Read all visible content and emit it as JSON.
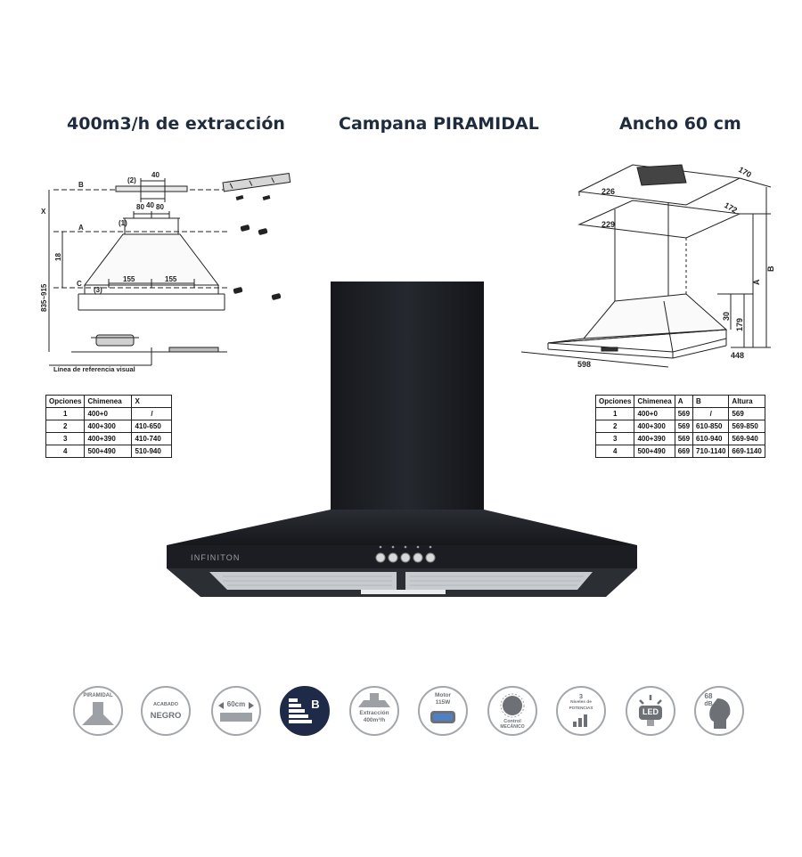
{
  "headings": {
    "left": "400m3/h de extracción",
    "center": "Campana PIRAMIDAL",
    "right": "Ancho 60 cm"
  },
  "left_diagram": {
    "label_b": "B",
    "label_x": "X",
    "label_a": "A",
    "label_c": "C",
    "dim_40_top": "40",
    "dim_40_bottom": "40",
    "ref_2": "(2)",
    "ref_1": "(1)",
    "ref_3": "(3)",
    "dim_80_left": "80",
    "dim_80_right": "80",
    "dim_155_left": "155",
    "dim_155_right": "155",
    "dim_18": "18",
    "dim_range": "835~915",
    "reference_line": "Línea de referencia visual"
  },
  "left_table": {
    "headers": [
      "Opciones",
      "Chimenea",
      "X"
    ],
    "rows": [
      [
        "1",
        "400+0",
        "/"
      ],
      [
        "2",
        "400+300",
        "410-650"
      ],
      [
        "3",
        "400+390",
        "410-740"
      ],
      [
        "4",
        "500+490",
        "510-940"
      ]
    ]
  },
  "right_diagram": {
    "dim_170": "170",
    "dim_226": "226",
    "dim_172": "172",
    "dim_229": "229",
    "label_b": "B",
    "label_a": "A",
    "dim_30": "30",
    "dim_179": "179",
    "dim_598": "598",
    "dim_448": "448"
  },
  "right_table": {
    "headers": [
      "Opciones",
      "Chimenea",
      "A",
      "B",
      "Altura"
    ],
    "rows": [
      [
        "1",
        "400+0",
        "569",
        "/",
        "569"
      ],
      [
        "2",
        "400+300",
        "569",
        "610-850",
        "569-850"
      ],
      [
        "3",
        "400+390",
        "569",
        "610-940",
        "569-940"
      ],
      [
        "4",
        "500+490",
        "669",
        "710-1140",
        "669-1140"
      ]
    ]
  },
  "product": {
    "brand": "INFINITON",
    "colors": {
      "body": "#1b1d22",
      "steel": "#c9cccf"
    }
  },
  "features": [
    {
      "icon": "pyramid-hood-icon",
      "text": "PIRAMIDAL"
    },
    {
      "icon": "finish-icon",
      "text_top": "ACABADO",
      "text_main": "NEGRO"
    },
    {
      "icon": "width-icon",
      "text": "60cm"
    },
    {
      "icon": "energy-class-icon",
      "text": "B"
    },
    {
      "icon": "extraction-icon",
      "text_top": "Extracción",
      "text_main": "400m³/h"
    },
    {
      "icon": "motor-icon",
      "text_top": "Motor",
      "text_main": "115W"
    },
    {
      "icon": "control-knob-icon",
      "text_top": "Control",
      "text_main": "MECÁNICO"
    },
    {
      "icon": "power-levels-icon",
      "text_top": "3",
      "text_mid": "Niveles de",
      "text_main": "POTENCIAS"
    },
    {
      "icon": "led-icon",
      "text": "LED"
    },
    {
      "icon": "noise-icon",
      "text_top": "68",
      "text_main": "dB"
    }
  ]
}
